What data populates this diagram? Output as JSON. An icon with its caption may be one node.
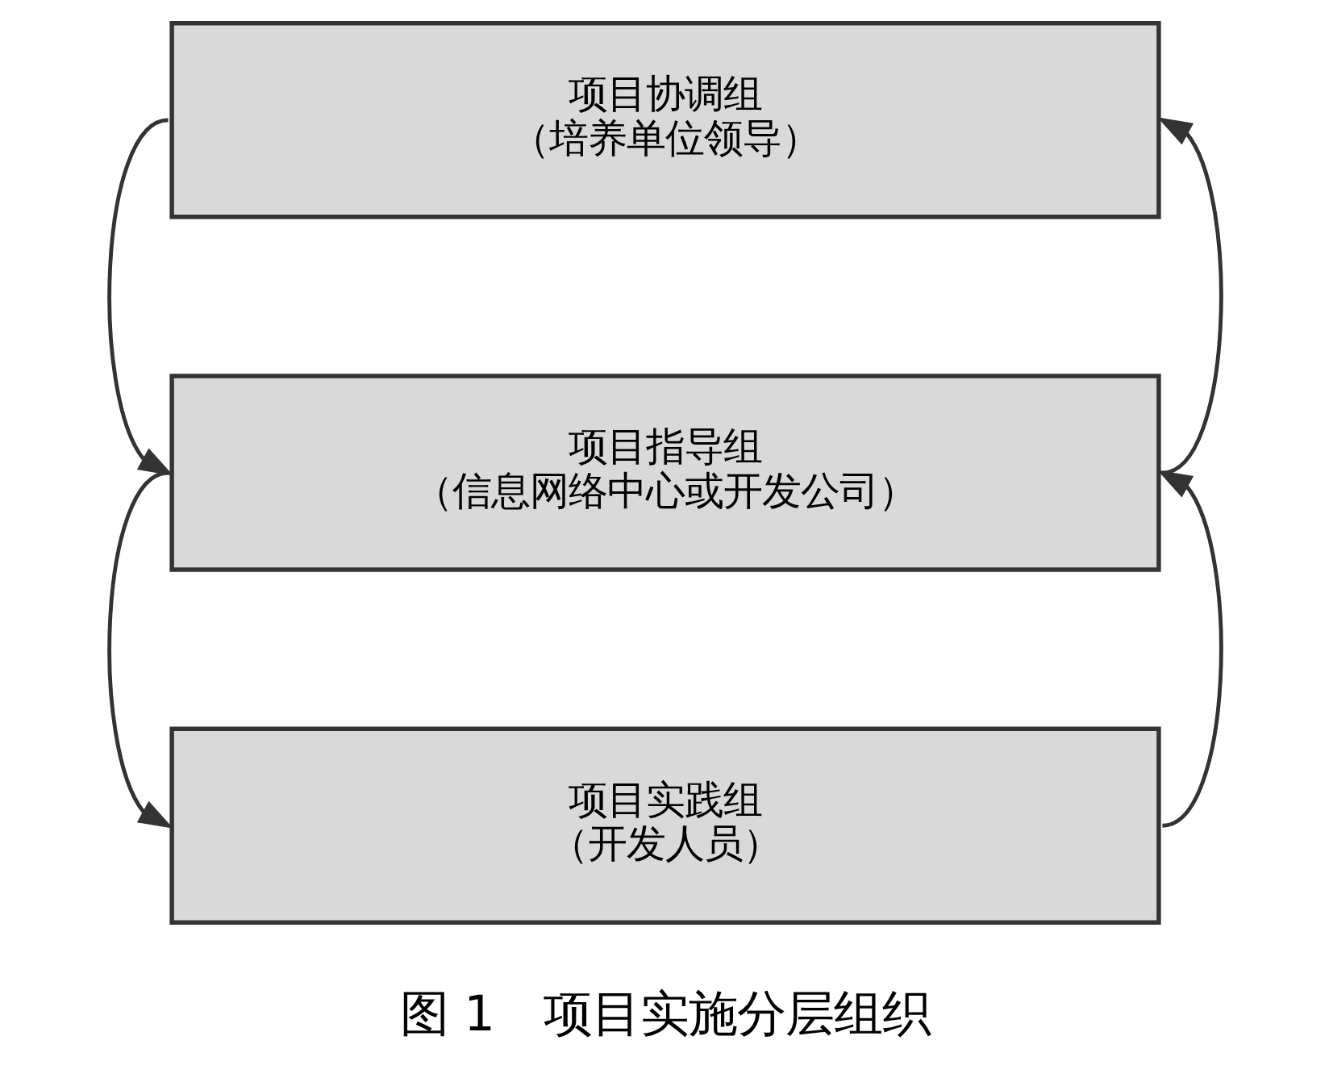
{
  "diagram": {
    "caption": "图 1　项目实施分层组织",
    "nodes": [
      {
        "text": [
          "项目协调组",
          "（培养单位领导）"
        ]
      },
      {
        "text": [
          "项目指导组",
          "（信息网络中心或开发公司）"
        ]
      },
      {
        "text": [
          "项目实践组",
          "（开发人员）"
        ]
      }
    ],
    "edges": [
      {
        "from": 0,
        "to": 1,
        "arrow": "to"
      },
      {
        "from": 1,
        "to": 2,
        "arrow": "to"
      },
      {
        "from": 2,
        "to": 1,
        "arrow": "to"
      },
      {
        "from": 1,
        "to": 0,
        "arrow": "to"
      }
    ]
  }
}
